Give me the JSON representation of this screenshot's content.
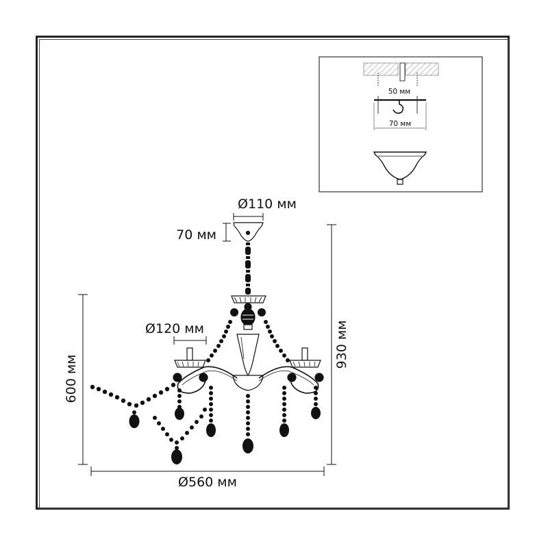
{
  "dimensions": {
    "top_diameter": "Ø110 мм",
    "top_height": "70 мм",
    "cup_diameter": "Ø120 мм",
    "total_height": "930 мм",
    "body_height": "600 мм",
    "total_diameter": "Ø560 мм"
  },
  "mount_inset": {
    "screw_spacing": "50 мм",
    "plate_width": "70 мм"
  },
  "colors": {
    "line": "#111111",
    "frame": "#222222"
  }
}
